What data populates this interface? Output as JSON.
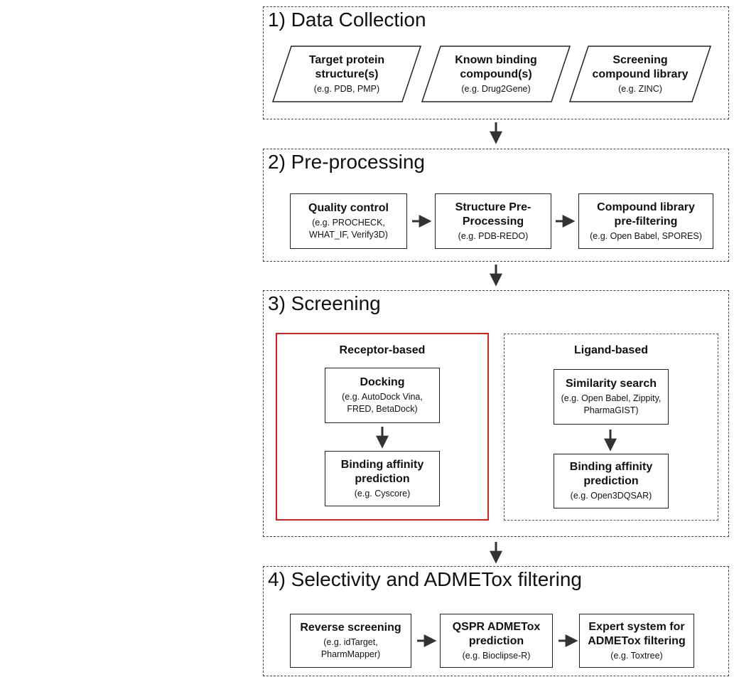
{
  "sections": [
    {
      "title": "1) Data Collection",
      "items": [
        {
          "title": "Target protein structure(s)",
          "subtitle": "(e.g. PDB, PMP)"
        },
        {
          "title": "Known binding compound(s)",
          "subtitle": "(e.g. Drug2Gene)"
        },
        {
          "title": "Screening compound library",
          "subtitle": "(e.g. ZINC)"
        }
      ]
    },
    {
      "title": "2) Pre-processing",
      "items": [
        {
          "title": "Quality control",
          "subtitle": "(e.g. PROCHECK, WHAT_IF, Verify3D)"
        },
        {
          "title": "Structure Pre-Processing",
          "subtitle": "(e.g. PDB-REDO)"
        },
        {
          "title": "Compound library pre-filtering",
          "subtitle": "(e.g. Open Babel, SPORES)"
        }
      ]
    },
    {
      "title": "3) Screening",
      "receptor": {
        "title": "Receptor-based",
        "items": [
          {
            "title": "Docking",
            "subtitle": "(e.g. AutoDock Vina, FRED, BetaDock)"
          },
          {
            "title": "Binding affinity prediction",
            "subtitle": "(e.g. Cyscore)"
          }
        ]
      },
      "ligand": {
        "title": "Ligand-based",
        "items": [
          {
            "title": "Similarity search",
            "subtitle": "(e.g. Open Babel, Zippity, PharmaGIST)"
          },
          {
            "title": "Binding affinity prediction",
            "subtitle": "(e.g. Open3DQSAR)"
          }
        ]
      }
    },
    {
      "title": "4) Selectivity and ADMETox filtering",
      "items": [
        {
          "title": "Reverse screening",
          "subtitle": "(e.g. idTarget, PharmMapper)"
        },
        {
          "title": "QSPR ADMETox prediction",
          "subtitle": "(e.g. Bioclipse-R)"
        },
        {
          "title": "Expert system for ADMETox filtering",
          "subtitle": "(e.g. Toxtree)"
        }
      ]
    }
  ],
  "colors": {
    "highlight": "#d91e1e",
    "line": "#222222"
  }
}
